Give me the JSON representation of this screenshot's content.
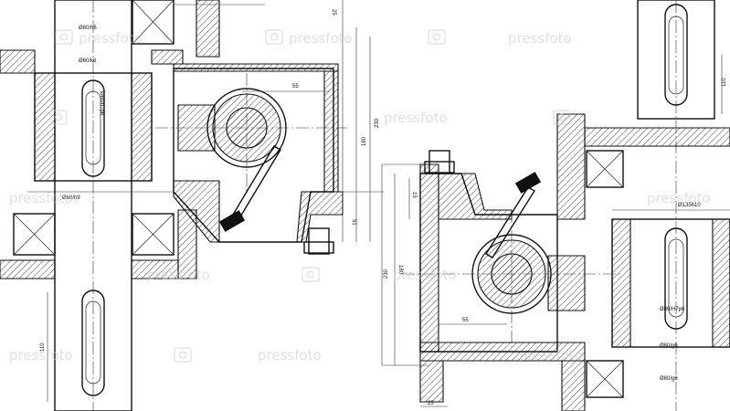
{
  "left_view": {
    "dims_vertical": [
      "25",
      "230",
      "180",
      "51"
    ],
    "dim_horizontal": "55",
    "shaft_labels": [
      "Ø80/h6",
      "Ø60/k6",
      "Ø60/h7p6",
      "Ø60/h9"
    ],
    "lower_dim": "110"
  },
  "right_view": {
    "dims_vertical": [
      "15",
      "180",
      "230",
      "110"
    ],
    "dim_horizontal": "55",
    "bottom_dim": "25",
    "shaft_labels": [
      "Ø135h10",
      "Ø80/H7p6",
      "Ø80/g6",
      "Ø80/g6"
    ]
  },
  "watermark": "pressfoto"
}
